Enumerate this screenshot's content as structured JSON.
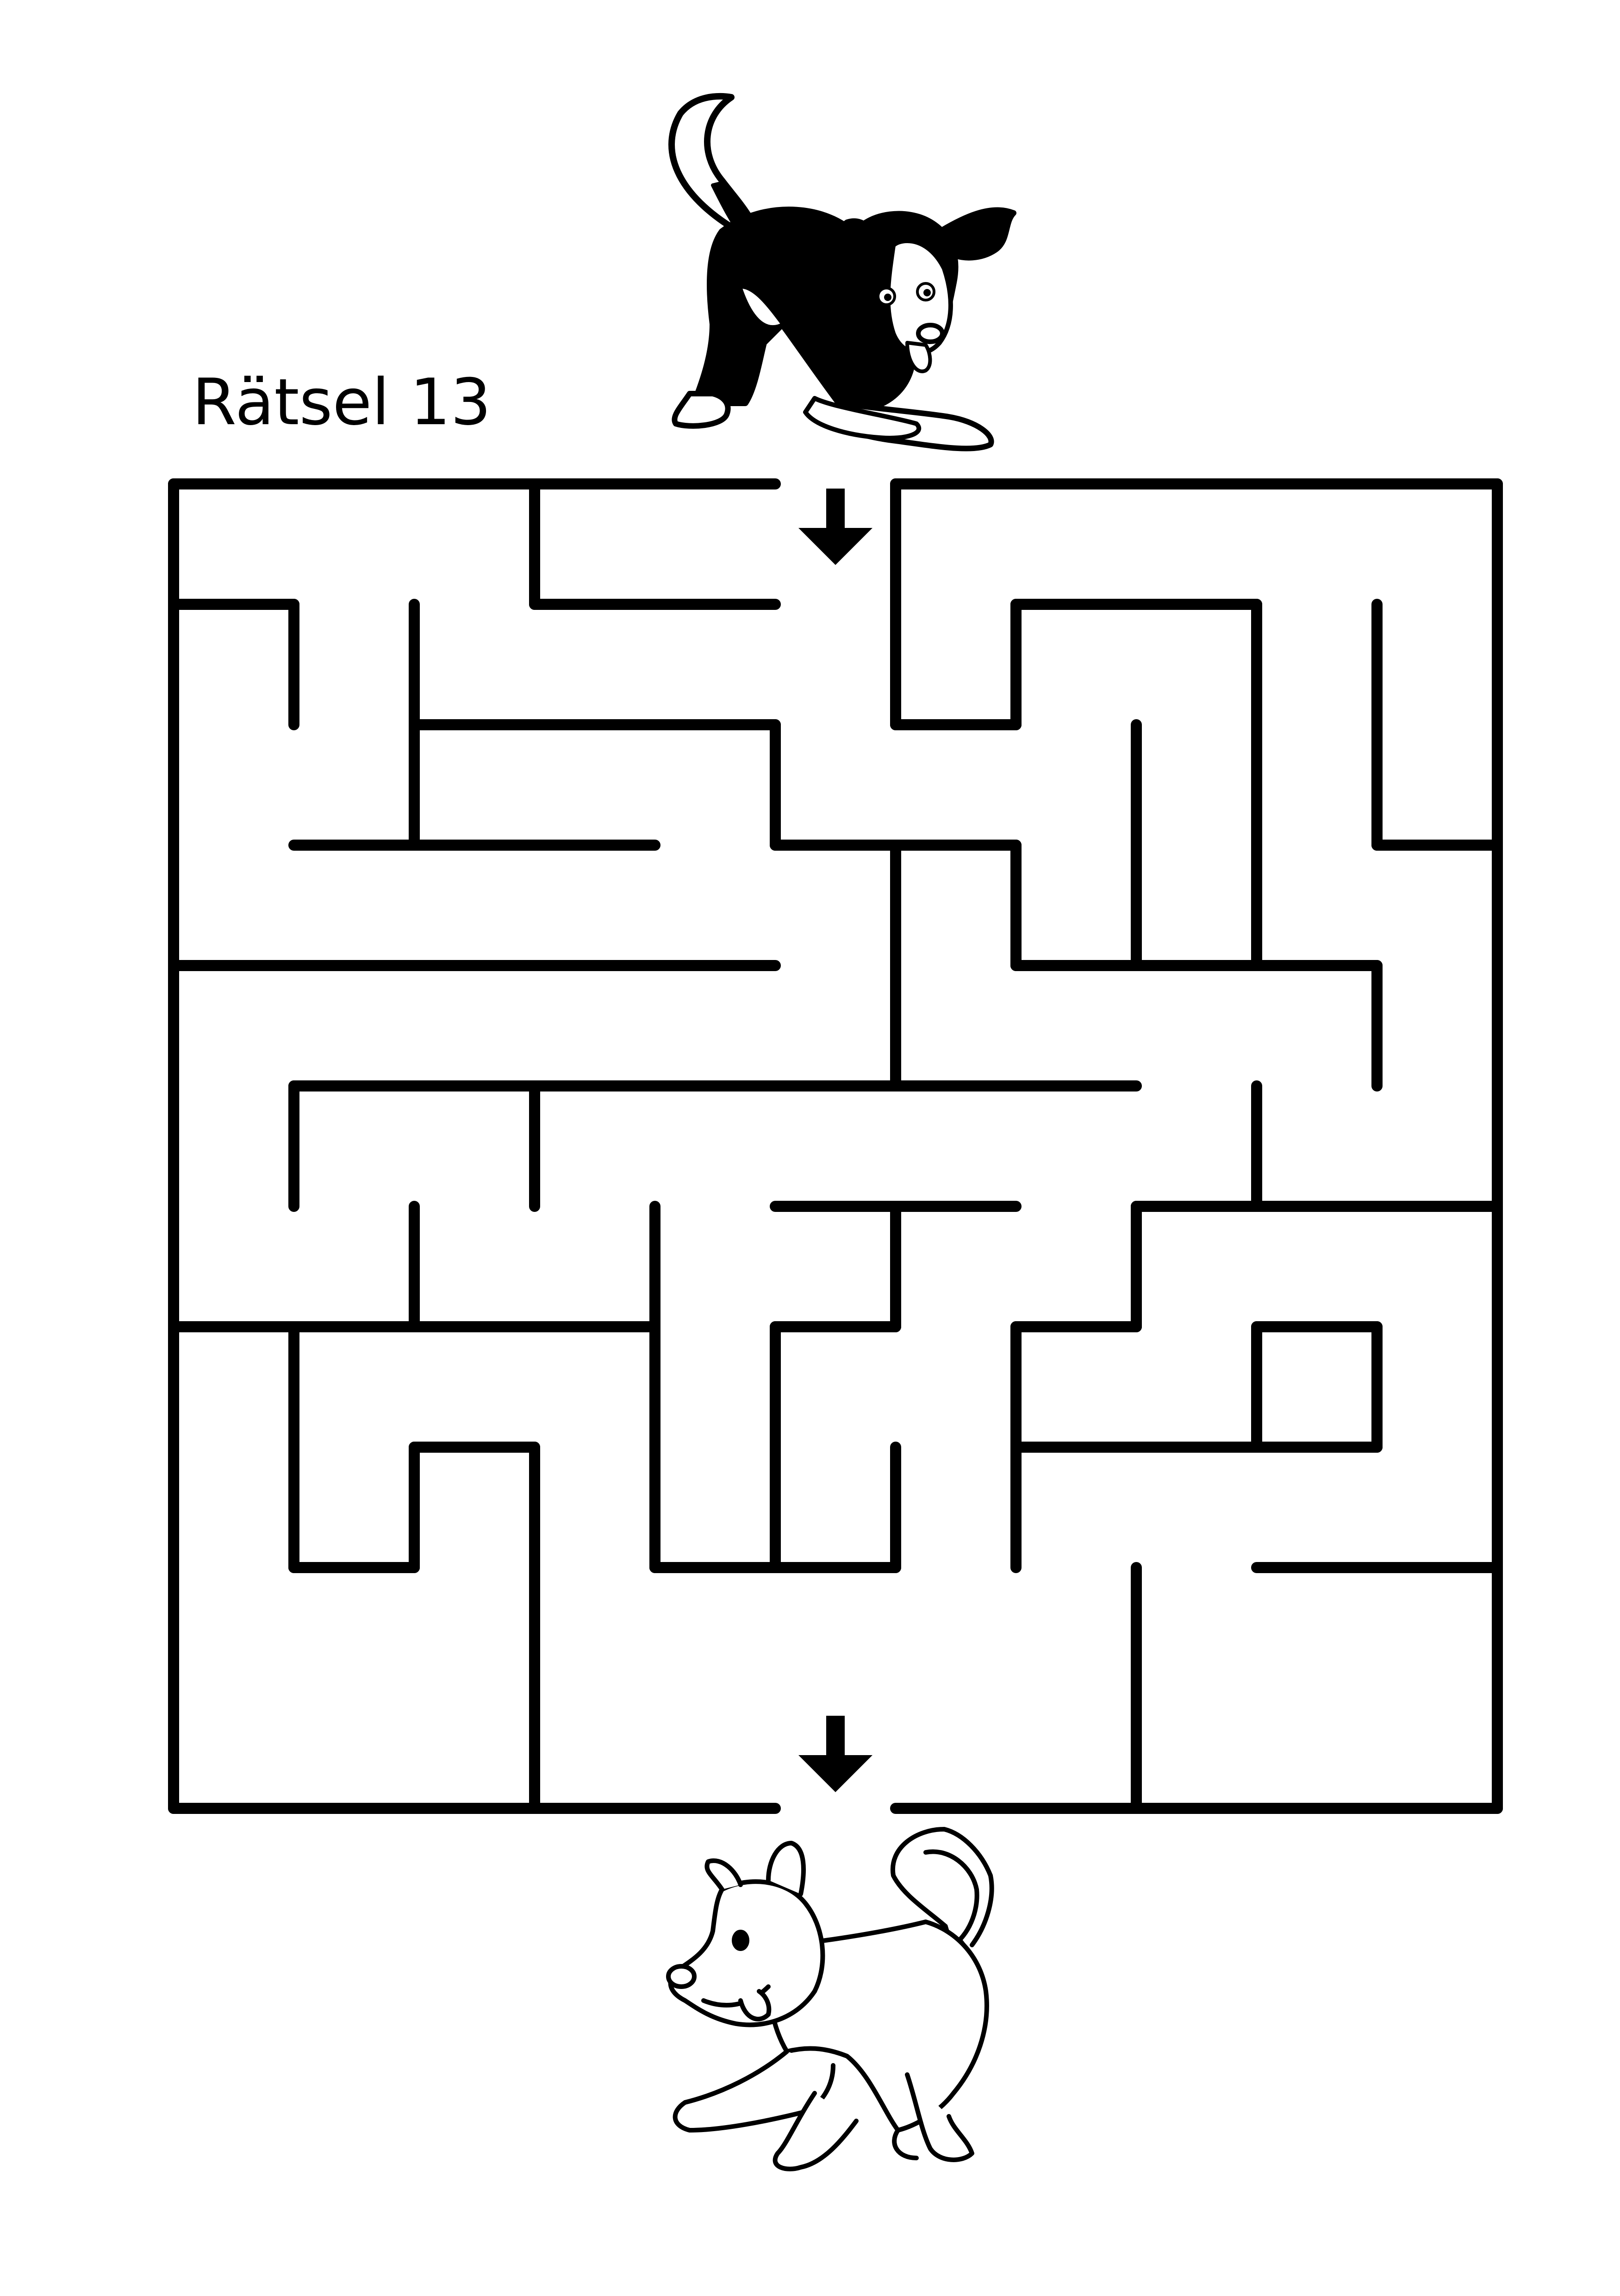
{
  "page": {
    "title": "Rätsel 13"
  },
  "maze": {
    "columns": 11,
    "rows": 11,
    "wall_color": "#000000",
    "background_color": "#ffffff",
    "entrance": {
      "side": "top",
      "column": 6
    },
    "exit": {
      "side": "bottom",
      "column": 6
    },
    "walls": [
      [
        0,
        0,
        5,
        0
      ],
      [
        6,
        0,
        11,
        0
      ],
      [
        0,
        11,
        5,
        11
      ],
      [
        6,
        11,
        11,
        11
      ],
      [
        0,
        0,
        0,
        11
      ],
      [
        11,
        0,
        11,
        11
      ],
      [
        3,
        0,
        3,
        1
      ],
      [
        3,
        1,
        5,
        1
      ],
      [
        6,
        0,
        6,
        2
      ],
      [
        6,
        2,
        7,
        2
      ],
      [
        7,
        1,
        7,
        2
      ],
      [
        7,
        1,
        9,
        1
      ],
      [
        9,
        1,
        9,
        4
      ],
      [
        10,
        1,
        10,
        3
      ],
      [
        10,
        3,
        11,
        3
      ],
      [
        8,
        2,
        8,
        4
      ],
      [
        0,
        1,
        1,
        1
      ],
      [
        1,
        1,
        1,
        2
      ],
      [
        2,
        1,
        2,
        3
      ],
      [
        2,
        2,
        5,
        2
      ],
      [
        5,
        2,
        5,
        3
      ],
      [
        5,
        3,
        7,
        3
      ],
      [
        7,
        3,
        7,
        4
      ],
      [
        7,
        4,
        10,
        4
      ],
      [
        10,
        4,
        10,
        5
      ],
      [
        1,
        3,
        4,
        3
      ],
      [
        0,
        4,
        5,
        4
      ],
      [
        6,
        3,
        6,
        5
      ],
      [
        1,
        5,
        8,
        5
      ],
      [
        1,
        5,
        1,
        6
      ],
      [
        3,
        5,
        3,
        6
      ],
      [
        9,
        5,
        9,
        6
      ],
      [
        2,
        6,
        2,
        7
      ],
      [
        4,
        6,
        4,
        9
      ],
      [
        5,
        6,
        7,
        6
      ],
      [
        6,
        6,
        6,
        7
      ],
      [
        5,
        7,
        6,
        7
      ],
      [
        5,
        7,
        5,
        9
      ],
      [
        4,
        9,
        6,
        9
      ],
      [
        8,
        6,
        11,
        6
      ],
      [
        8,
        6,
        8,
        7
      ],
      [
        0,
        7,
        4,
        7
      ],
      [
        7,
        7,
        8,
        7
      ],
      [
        7,
        7,
        7,
        9
      ],
      [
        9,
        7,
        10,
        7
      ],
      [
        10,
        7,
        10,
        8
      ],
      [
        9,
        7,
        9,
        8
      ],
      [
        8,
        8,
        9,
        8
      ],
      [
        7,
        8,
        10,
        8
      ],
      [
        6,
        8,
        6,
        9
      ],
      [
        1,
        7,
        1,
        9
      ],
      [
        1,
        9,
        2,
        9
      ],
      [
        2,
        8,
        3,
        8
      ],
      [
        2,
        8,
        2,
        9
      ],
      [
        3,
        8,
        3,
        11
      ],
      [
        8,
        9,
        8,
        11
      ],
      [
        9,
        9,
        11,
        9
      ]
    ]
  },
  "icons": {
    "entrance_arrow": "arrow-down-icon",
    "exit_arrow": "arrow-down-icon",
    "start_character": "black-white-dog-icon",
    "goal_character": "white-dog-icon"
  }
}
